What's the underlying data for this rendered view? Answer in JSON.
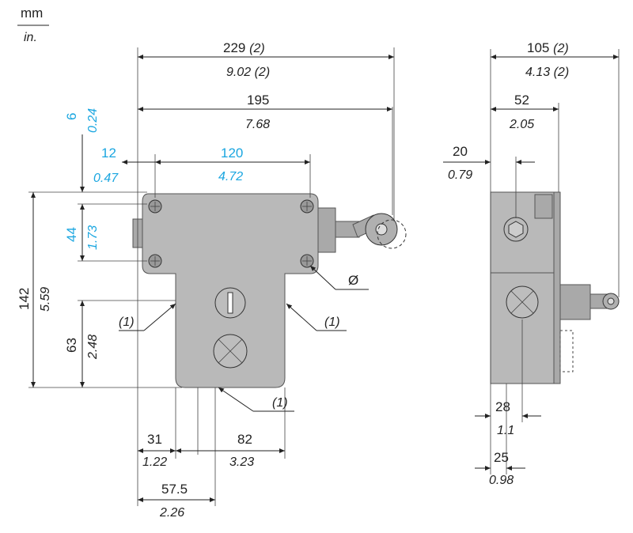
{
  "units": {
    "primary": "mm",
    "secondary": "in."
  },
  "front_view": {
    "overall_width": {
      "mm": "229",
      "mm_note": "(2)",
      "in": "9.02",
      "in_note": "(2)"
    },
    "to_roller": {
      "mm": "195",
      "in": "7.68"
    },
    "hole_spacing": {
      "mm": "120",
      "in": "4.72"
    },
    "left_offset": {
      "mm": "12",
      "in": "0.47"
    },
    "top_offset": {
      "mm": "6",
      "in": "0.24"
    },
    "hole_vertical": {
      "mm": "44",
      "in": "1.73"
    },
    "height": {
      "mm": "142",
      "in": "5.59"
    },
    "lower_height": {
      "mm": "63",
      "in": "2.48"
    },
    "bottom_left": {
      "mm": "31",
      "in": "1.22"
    },
    "bottom_width": {
      "mm": "82",
      "in": "3.23"
    },
    "bottom_offset": {
      "mm": "57.5",
      "in": "2.26"
    },
    "hole_label": "Ø",
    "note_left": "(1)",
    "note_right": "(1)",
    "note_bottom": "(1)"
  },
  "side_view": {
    "overall_depth": {
      "mm": "105",
      "mm_note": "(2)",
      "in": "4.13",
      "in_note": "(2)"
    },
    "depth_52": {
      "mm": "52",
      "in": "2.05"
    },
    "depth_20": {
      "mm": "20",
      "in": "0.79"
    },
    "bottom_28": {
      "mm": "28",
      "in": "1.1"
    },
    "bottom_25": {
      "mm": "25",
      "in": "0.98"
    }
  },
  "colors": {
    "accent": "#1aa6e0",
    "body": "#b9b9b9"
  }
}
